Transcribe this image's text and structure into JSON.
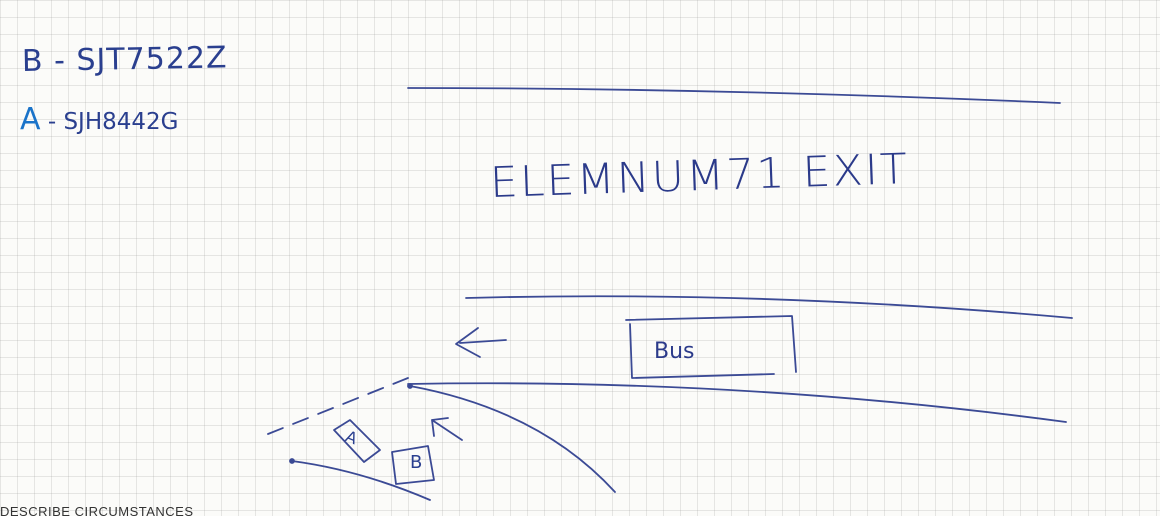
{
  "plates": {
    "b_line": "B - SJT7522Z",
    "a_lead": "A",
    "a_rest": " - SJH8442G"
  },
  "road_label": "ELEMNUM71 EXIT",
  "bus_label": "Bus",
  "vehicle_a_label": "A",
  "vehicle_b_label": "B",
  "footer_text": "DESCRIBE CIRCUMSTANCES",
  "colors": {
    "ink": "#2a3f8f",
    "ink_light": "#1a73c9",
    "grid": "#c9c9c9",
    "paper": "#fbfbf9"
  }
}
